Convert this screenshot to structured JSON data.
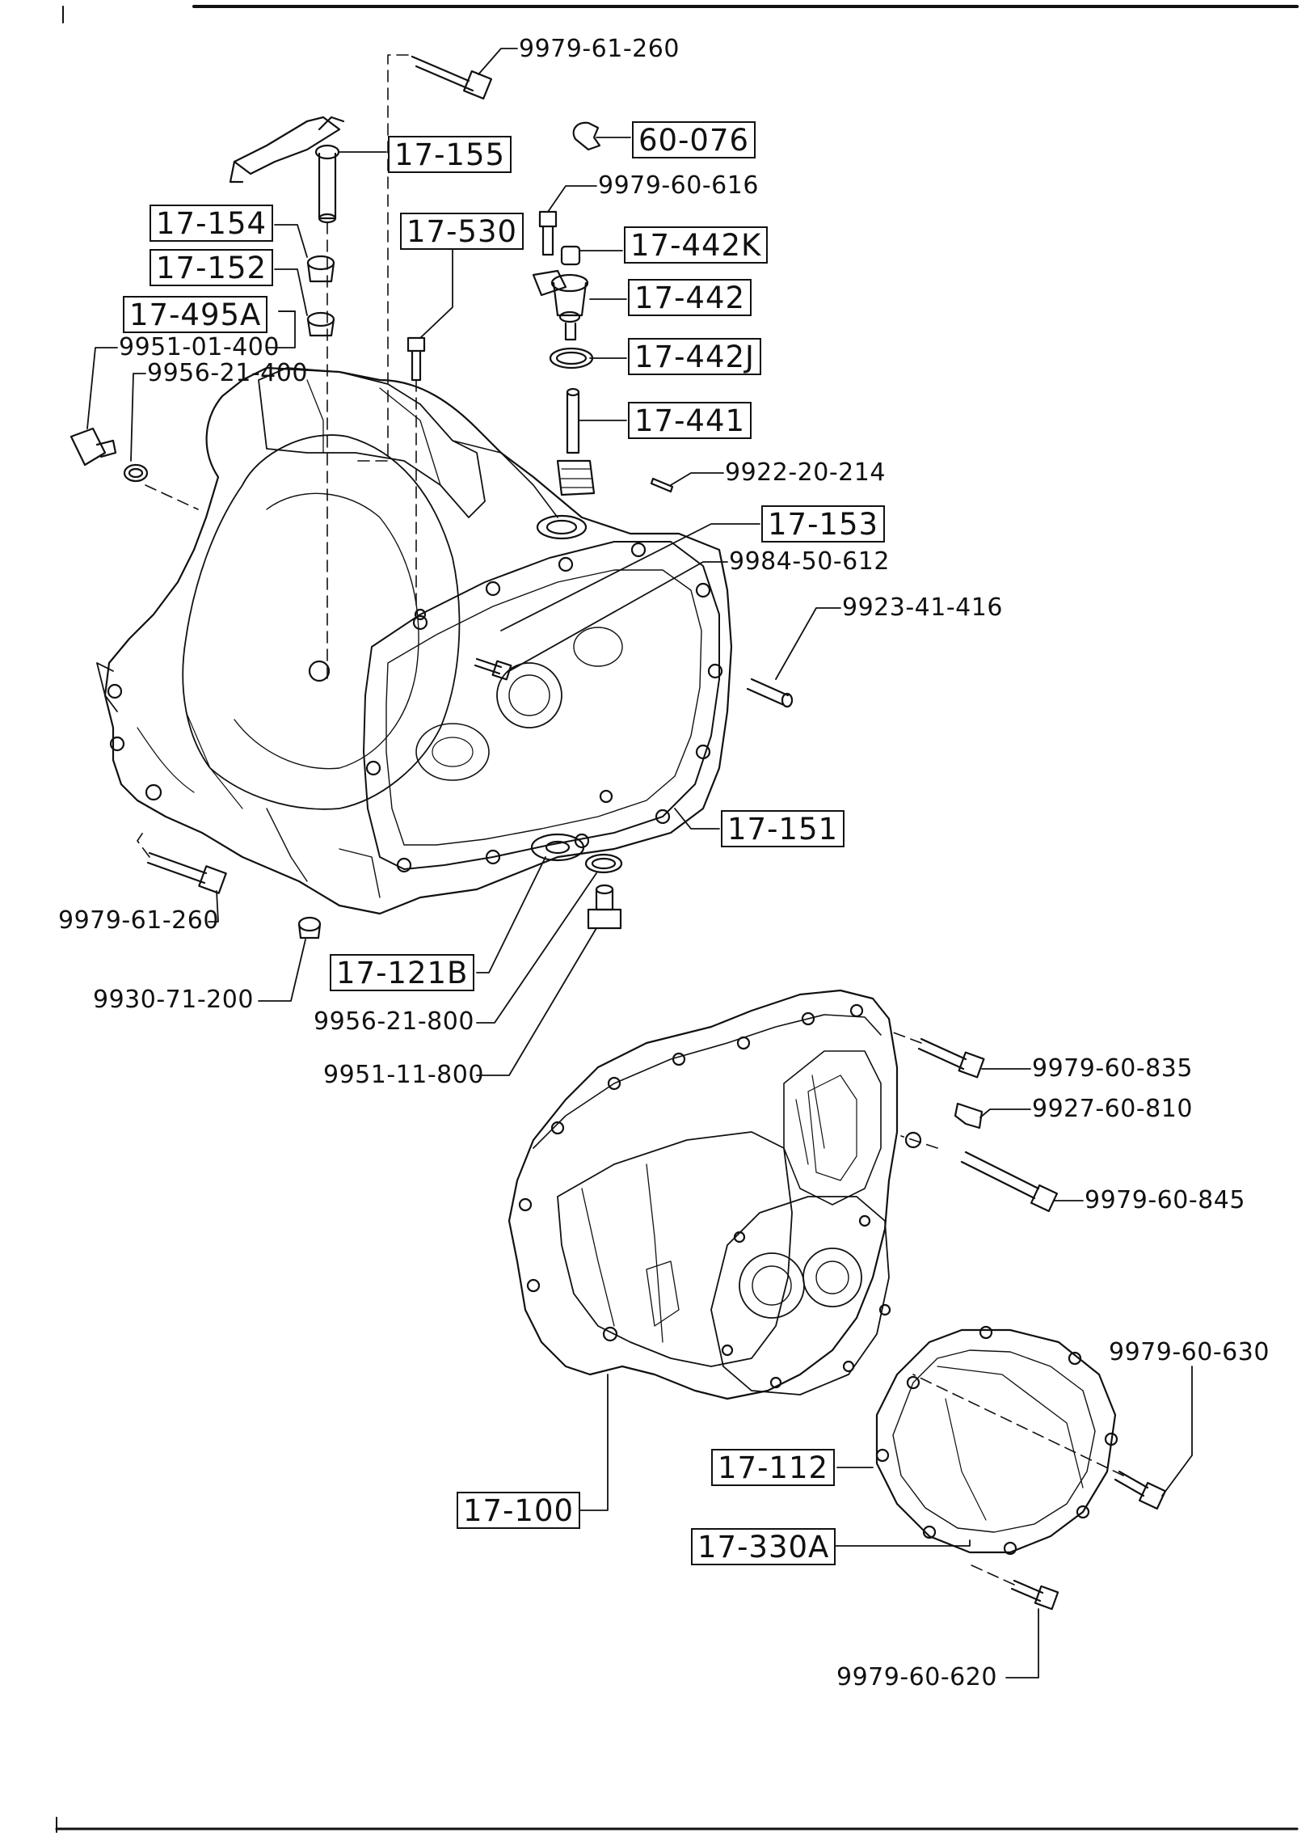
{
  "callouts": {
    "bolt_top": "9979-61-260",
    "c17_155": "17-155",
    "c60_076": "60-076",
    "c9979_60_616": "9979-60-616",
    "c17_154": "17-154",
    "c17_530": "17-530",
    "c17_442K": "17-442K",
    "c17_152": "17-152",
    "c17_442": "17-442",
    "c17_495A": "17-495A",
    "c9951_01_400": "9951-01-400",
    "c17_442J": "17-442J",
    "c9956_21_400": "9956-21-400",
    "c17_441": "17-441",
    "c9922_20_214": "9922-20-214",
    "c17_153": "17-153",
    "c9984_50_612": "9984-50-612",
    "c9923_41_416": "9923-41-416",
    "c17_151": "17-151",
    "bolt_left": "9979-61-260",
    "c17_121B": "17-121B",
    "c9930_71_200": "9930-71-200",
    "c9956_21_800": "9956-21-800",
    "c9951_11_800": "9951-11-800",
    "c9979_60_835": "9979-60-835",
    "c9927_60_810": "9927-60-810",
    "c9979_60_845": "9979-60-845",
    "c9979_60_630": "9979-60-630",
    "c17_112": "17-112",
    "c17_100": "17-100",
    "c17_330A": "17-330A",
    "c9979_60_620": "9979-60-620"
  }
}
